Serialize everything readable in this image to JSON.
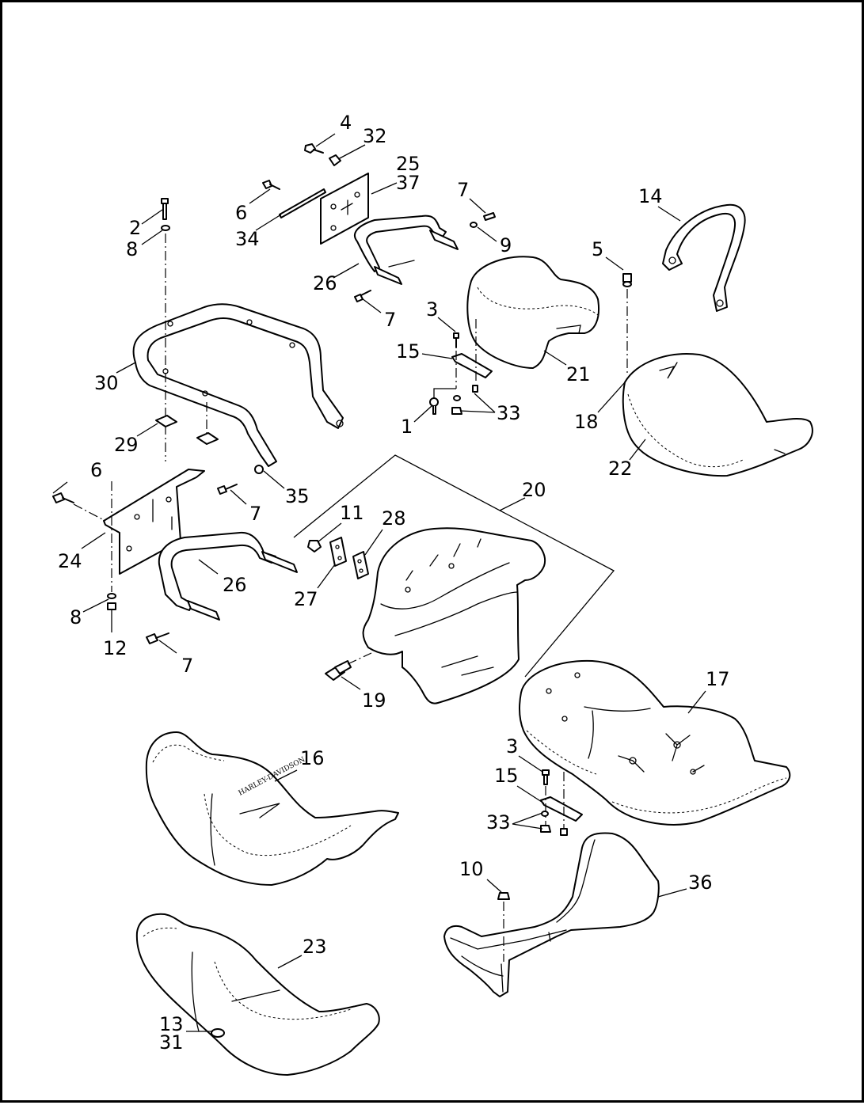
{
  "callouts": [
    {
      "id": "c4",
      "text": "4"
    },
    {
      "id": "c32",
      "text": "32"
    },
    {
      "id": "c25",
      "text": "25"
    },
    {
      "id": "c37",
      "text": "37"
    },
    {
      "id": "c7a",
      "text": "7"
    },
    {
      "id": "c6a",
      "text": "6"
    },
    {
      "id": "c34",
      "text": "34"
    },
    {
      "id": "c9",
      "text": "9"
    },
    {
      "id": "c14",
      "text": "14"
    },
    {
      "id": "c2",
      "text": "2"
    },
    {
      "id": "c8a",
      "text": "8"
    },
    {
      "id": "c26a",
      "text": "26"
    },
    {
      "id": "c7b",
      "text": "7"
    },
    {
      "id": "c5",
      "text": "5"
    },
    {
      "id": "c3a",
      "text": "3"
    },
    {
      "id": "c15a",
      "text": "15"
    },
    {
      "id": "c21",
      "text": "21"
    },
    {
      "id": "c30",
      "text": "30"
    },
    {
      "id": "c18",
      "text": "18"
    },
    {
      "id": "c1",
      "text": "1"
    },
    {
      "id": "c33a",
      "text": "33"
    },
    {
      "id": "c29",
      "text": "29"
    },
    {
      "id": "c22",
      "text": "22"
    },
    {
      "id": "c6b",
      "text": "6"
    },
    {
      "id": "c20",
      "text": "20"
    },
    {
      "id": "c35",
      "text": "35"
    },
    {
      "id": "c7c",
      "text": "7"
    },
    {
      "id": "c11",
      "text": "11"
    },
    {
      "id": "c28",
      "text": "28"
    },
    {
      "id": "c24",
      "text": "24"
    },
    {
      "id": "c26b",
      "text": "26"
    },
    {
      "id": "c27",
      "text": "27"
    },
    {
      "id": "c8b",
      "text": "8"
    },
    {
      "id": "c12",
      "text": "12"
    },
    {
      "id": "c7d",
      "text": "7"
    },
    {
      "id": "c19",
      "text": "19"
    },
    {
      "id": "c17",
      "text": "17"
    },
    {
      "id": "c16",
      "text": "16"
    },
    {
      "id": "c3b",
      "text": "3"
    },
    {
      "id": "c15b",
      "text": "15"
    },
    {
      "id": "c33b",
      "text": "33"
    },
    {
      "id": "c10",
      "text": "10"
    },
    {
      "id": "c36",
      "text": "36"
    },
    {
      "id": "c23",
      "text": "23"
    },
    {
      "id": "c13",
      "text": "13"
    },
    {
      "id": "c31",
      "text": "31"
    }
  ],
  "embossed_logo": "HARLEY-DAVIDSON"
}
